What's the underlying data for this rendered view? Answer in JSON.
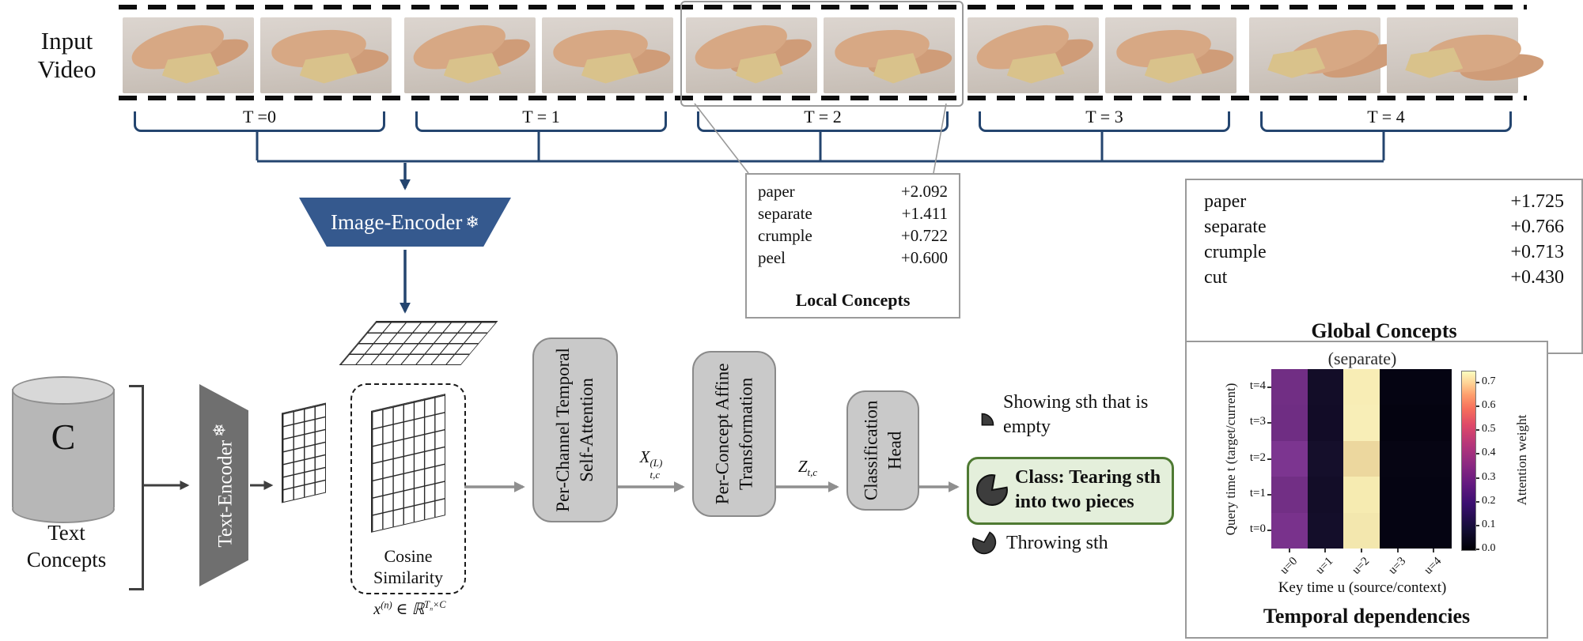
{
  "colors": {
    "navy": "#24456F",
    "encoder_blue": "#35598E",
    "block_gray": "#C9C9C9",
    "block_border": "#8A8A8A",
    "text_encoder_gray": "#6F6F6F",
    "green_fill": "#E4EFDB",
    "green_border": "#4F7A33",
    "highlight_class_text": "#0d0d0d"
  },
  "figure": {
    "input_video": {
      "line1": "Input",
      "line2": "Video"
    },
    "time_segments": [
      "T =0",
      "T = 1",
      "T = 2",
      "T = 3",
      "T = 4"
    ],
    "image_encoder": {
      "label": "Image-Encoder",
      "frozen_icon": "❄"
    },
    "text_encoder": {
      "label": "Text-Encoder",
      "frozen_icon": "❄"
    },
    "concept_store": {
      "symbol": "C",
      "line1": "Text",
      "line2": "Concepts"
    },
    "cosine": {
      "line1": "Cosine",
      "line2": "Similarity"
    },
    "feature_formula": {
      "var": "x",
      "sup": "(n)",
      "element_of": "∈ ℝ",
      "dim_base": "T",
      "dim_sub": "n",
      "dim_tail": "×C"
    },
    "blocks": [
      {
        "line1": "Per-Channel Temporal",
        "line2": "Self-Attention"
      },
      {
        "line1": "Per-Concept Affine",
        "line2": "Transformation"
      },
      {
        "line1": "Classification",
        "line2": "Head"
      }
    ],
    "arrow_labels": {
      "x_base": "X",
      "x_sup": "(L)",
      "x_sub": "t,c",
      "z_base": "Z",
      "z_sub": "t,c"
    },
    "outputs": {
      "candidate_top": {
        "line1": "Showing sth that is",
        "line2": "empty"
      },
      "predicted": {
        "line1": "Class: Tearing sth",
        "line2": "into two pieces"
      },
      "candidate_bottom": {
        "line1": "Throwing sth"
      }
    },
    "local_concepts": {
      "title": "Local Concepts",
      "rows": [
        {
          "concept": "paper",
          "score": "+2.092"
        },
        {
          "concept": "separate",
          "score": "+1.411"
        },
        {
          "concept": "crumple",
          "score": "+0.722"
        },
        {
          "concept": "peel",
          "score": "+0.600"
        }
      ]
    },
    "global_concepts": {
      "title": "Global Concepts",
      "rows": [
        {
          "concept": "paper",
          "score": "+1.725"
        },
        {
          "concept": "separate",
          "score": "+0.766"
        },
        {
          "concept": "crumple",
          "score": "+0.713"
        },
        {
          "concept": "cut",
          "score": "+0.430"
        }
      ]
    }
  },
  "chart_data": {
    "type": "heatmap",
    "title": "(separate)",
    "xlabel": "Key time u (source/context)",
    "ylabel": "Query time t (target/current)",
    "x_ticks": [
      "u=0",
      "u=1",
      "u=2",
      "u=3",
      "u=4"
    ],
    "y_ticks": [
      "t=4",
      "t=3",
      "t=2",
      "t=1",
      "t=0"
    ],
    "values": [
      [
        0.3,
        0.05,
        0.72,
        0.01,
        0.01
      ],
      [
        0.29,
        0.05,
        0.73,
        0.01,
        0.01
      ],
      [
        0.33,
        0.06,
        0.62,
        0.01,
        0.01
      ],
      [
        0.3,
        0.05,
        0.7,
        0.01,
        0.01
      ],
      [
        0.32,
        0.05,
        0.68,
        0.01,
        0.01
      ]
    ],
    "cell_colors": [
      [
        "#712e84",
        "#130d28",
        "#f8edb5",
        "#050412",
        "#050412"
      ],
      [
        "#6f2d83",
        "#120c27",
        "#f8eeb7",
        "#040310",
        "#040310"
      ],
      [
        "#7c3590",
        "#150f2b",
        "#ecd79e",
        "#060513",
        "#060513"
      ],
      [
        "#722f85",
        "#130d28",
        "#f6ebb1",
        "#050412",
        "#050412"
      ],
      [
        "#79328c",
        "#140e2a",
        "#f3e7ae",
        "#050412",
        "#050412"
      ]
    ],
    "colorbar": {
      "label": "Attention weight",
      "ticks": [
        "0.0",
        "0.1",
        "0.2",
        "0.3",
        "0.4",
        "0.5",
        "0.6",
        "0.7"
      ],
      "vmax": 0.75,
      "colormap": "magma"
    },
    "caption": "Temporal dependencies",
    "legend_position": "right",
    "grid": false
  }
}
